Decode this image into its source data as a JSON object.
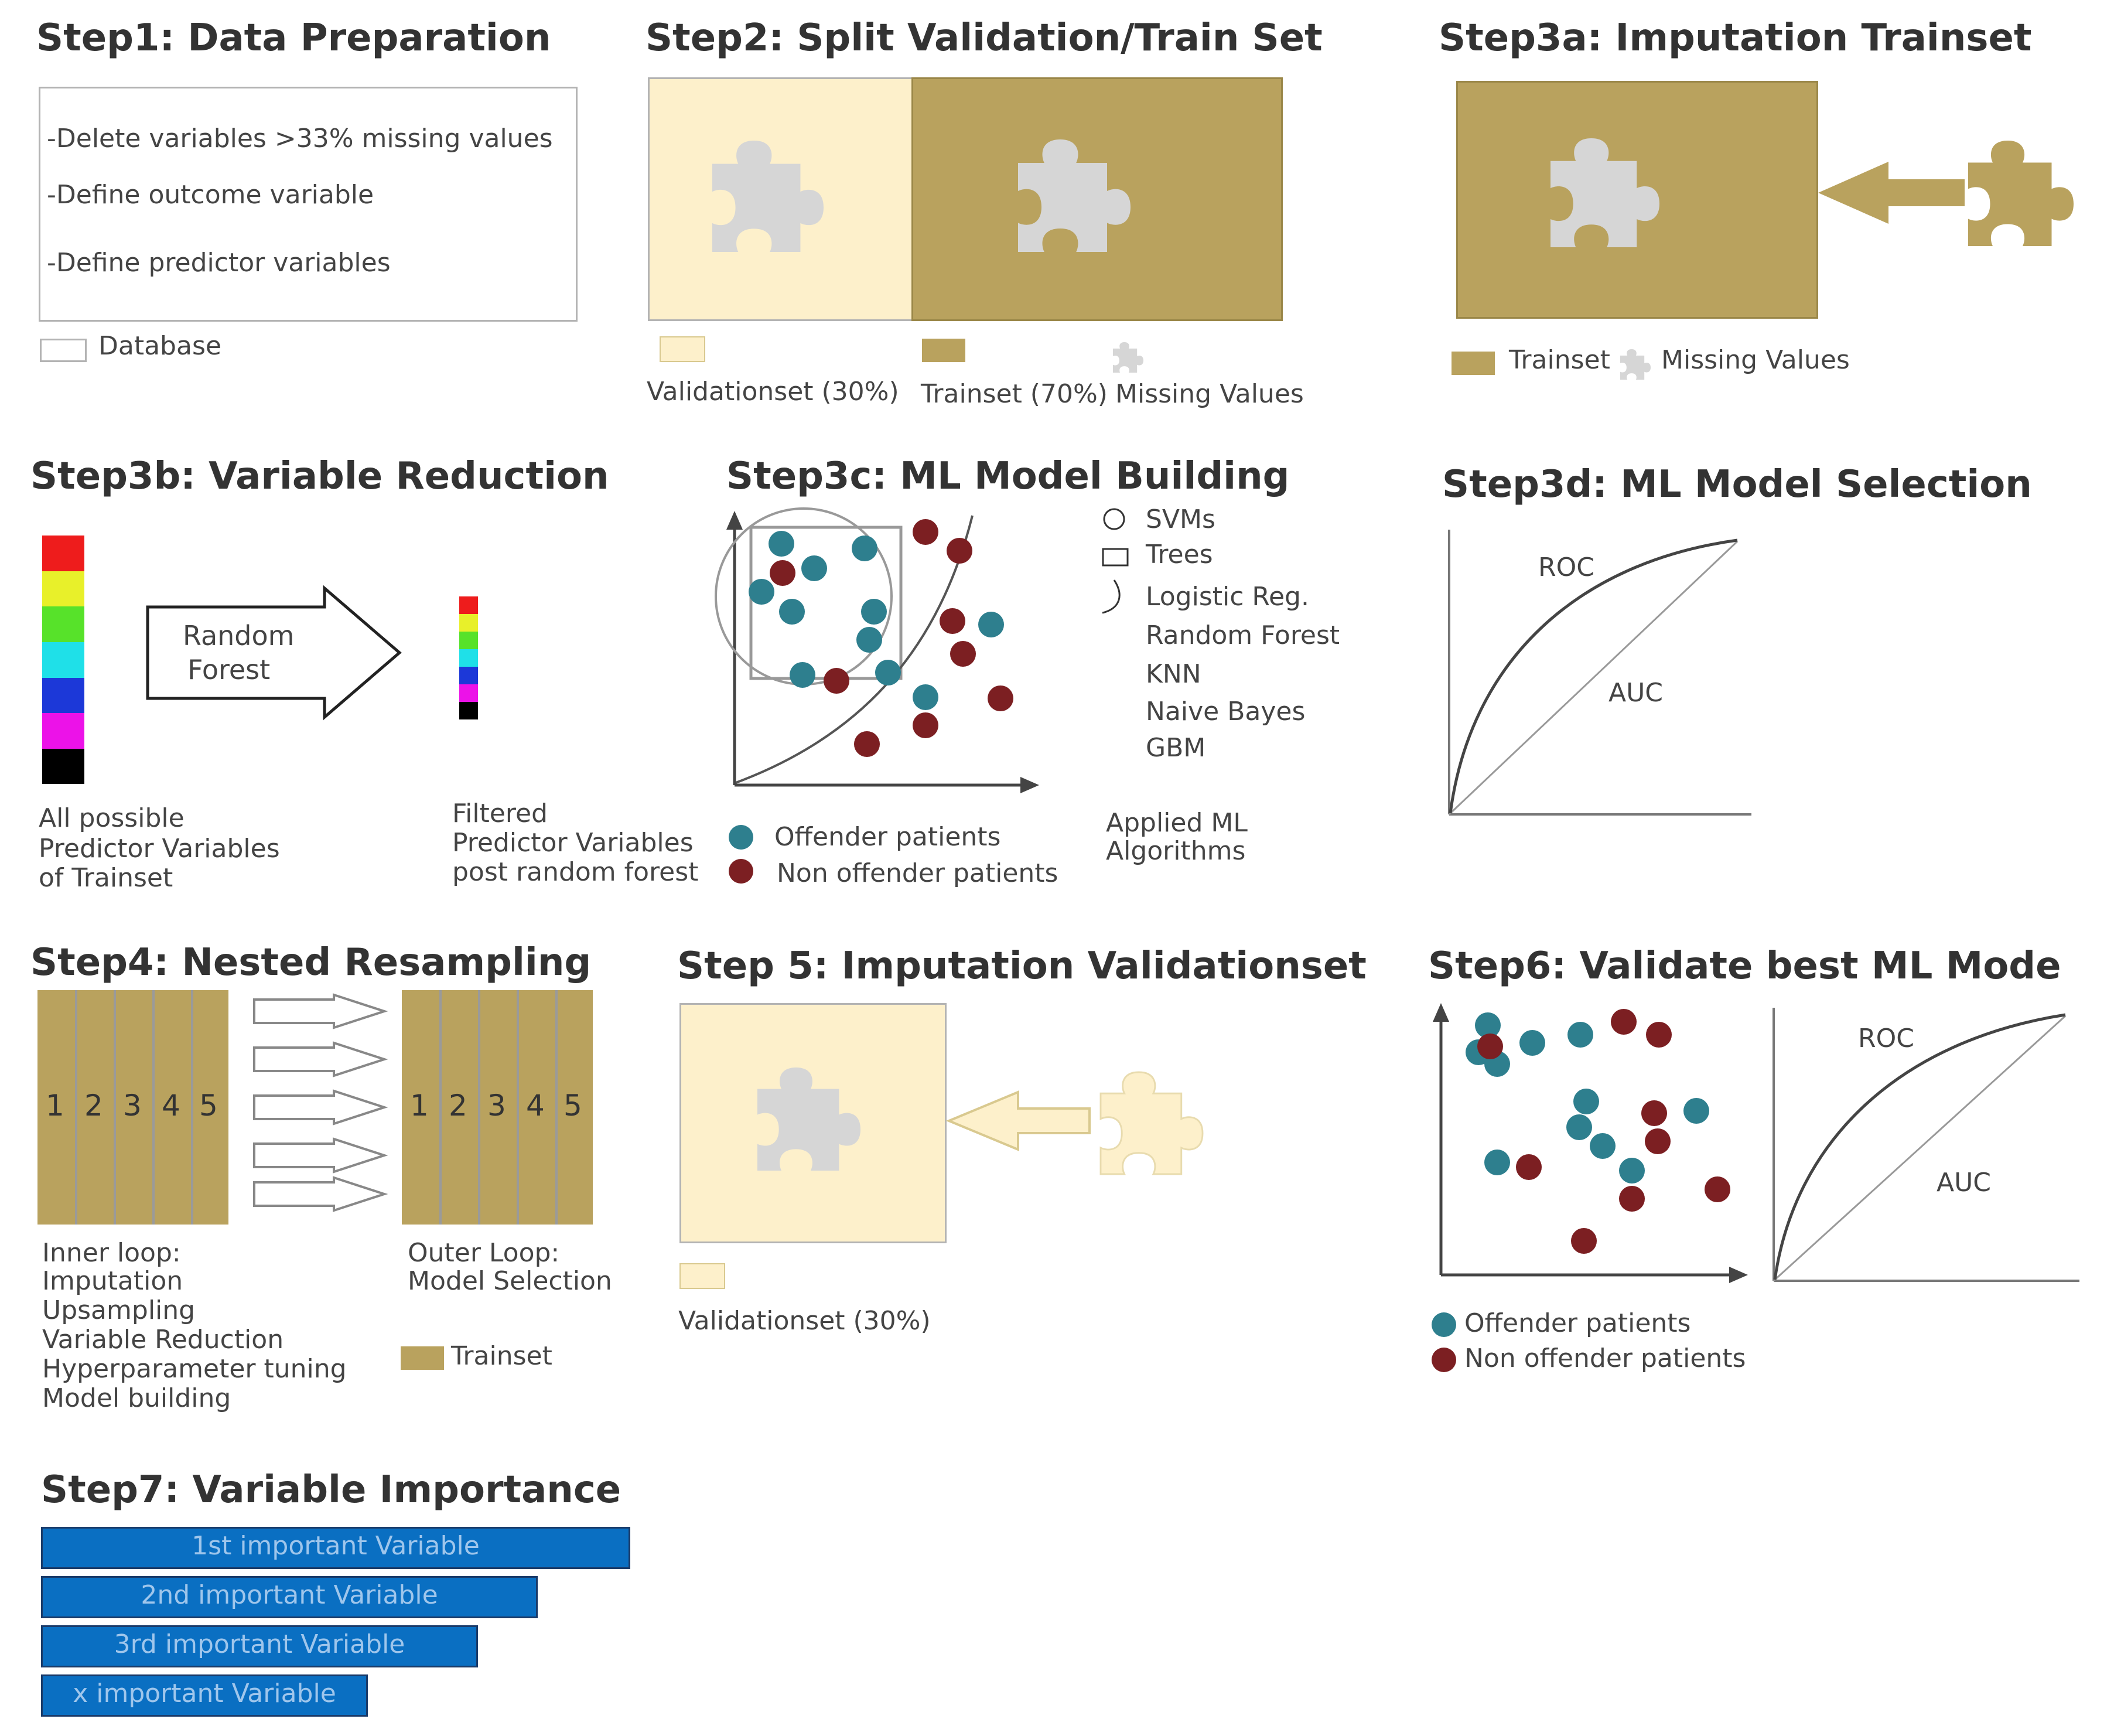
{
  "colors": {
    "trainset": "#b9a25e",
    "validation": "#fdf0cb",
    "missing": "#d6d6d6",
    "offender": "#2e7f8e",
    "non_offender": "#7c1f22",
    "importance_bar": "#0a6fc2"
  },
  "step1": {
    "title": "Step1: Data Preparation",
    "items": [
      "-Delete variables >33% missing values",
      "-Define outcome variable",
      "-Define predictor variables"
    ],
    "legend": "Database"
  },
  "step2": {
    "title": "Step2: Split Validation/Train Set",
    "legend_validation": "Validationset (30%)",
    "legend_train": "Trainset (70%)",
    "legend_missing": "Missing Values"
  },
  "step3a": {
    "title": "Step3a: Imputation Trainset",
    "legend_train": "Trainset",
    "legend_missing": "Missing Values"
  },
  "step3b": {
    "title": "Step3b: Variable Reduction",
    "arrow_label": [
      "Random",
      "Forest"
    ],
    "left_caption": [
      "All possible",
      "Predictor Variables",
      "of Trainset"
    ],
    "right_caption": [
      "Filtered",
      "Predictor Variables",
      "post random forest"
    ]
  },
  "step3c": {
    "title": "Step3c: ML Model Building",
    "algorithms": [
      "SVMs",
      "Trees",
      "Logistic Reg.",
      "Random Forest",
      "KNN",
      "Naive Bayes",
      "GBM"
    ],
    "algorithms_caption": [
      "Applied ML",
      "Algorithms"
    ],
    "legend_offender": "Offender patients",
    "legend_non_offender": "Non offender patients"
  },
  "step3d": {
    "title": "Step3d: ML Model Selection",
    "roc": "ROC",
    "auc": "AUC"
  },
  "step4": {
    "title": "Step4:  Nested Resampling",
    "folds": [
      "1",
      "2",
      "3",
      "4",
      "5"
    ],
    "inner_caption": [
      "Inner loop:",
      "Imputation",
      "Upsampling",
      "Variable Reduction",
      "Hyperparameter tuning",
      "Model building"
    ],
    "outer_caption": [
      "Outer Loop:",
      "Model Selection"
    ],
    "legend_train": "Trainset"
  },
  "step5": {
    "title": "Step 5: Imputation Validationset",
    "legend_validation": "Validationset (30%)"
  },
  "step6": {
    "title": "Step6: Validate best ML  Mode",
    "roc": "ROC",
    "auc": "AUC",
    "legend_offender": "Offender patients",
    "legend_non_offender": "Non offender patients"
  },
  "step7": {
    "title": "Step7: Variable Importance",
    "bars": [
      {
        "label": "1st important  Variable",
        "rank": 1
      },
      {
        "label": "2nd important  Variable",
        "rank": 2
      },
      {
        "label": "3rd important  Variable",
        "rank": 3
      },
      {
        "label": "x important  Variable",
        "rank": 4
      }
    ]
  }
}
